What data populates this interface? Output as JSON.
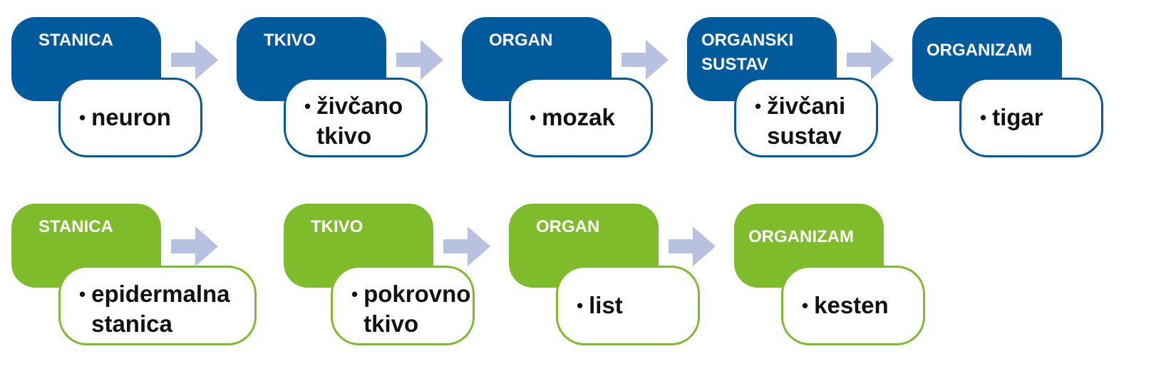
{
  "rows": [
    {
      "theme": "blue",
      "nodes": [
        {
          "header": "STANICA",
          "item": "neuron"
        },
        {
          "header": "TKIVO",
          "item": "živčano\ntkivo"
        },
        {
          "header": "ORGAN",
          "item": "mozak"
        },
        {
          "header": "ORGANSKI\nSUSTAV",
          "item": "živčani\nsustav"
        },
        {
          "header": "ORGANIZAM",
          "item": "tigar"
        }
      ]
    },
    {
      "theme": "green",
      "nodes": [
        {
          "header": "STANICA",
          "item": "epidermalna\nstanica"
        },
        {
          "header": "TKIVO",
          "item": "pokrovno\ntkivo"
        },
        {
          "header": "ORGAN",
          "item": "list"
        },
        {
          "header": "ORGANIZAM",
          "item": "kesten"
        }
      ]
    }
  ],
  "colors": {
    "blue": "#005a9c",
    "green": "#7fbc2c",
    "arrow": "#b8c2e0"
  },
  "bullet_symbol": "•",
  "icons": {
    "arrow": "right-arrow-icon"
  }
}
